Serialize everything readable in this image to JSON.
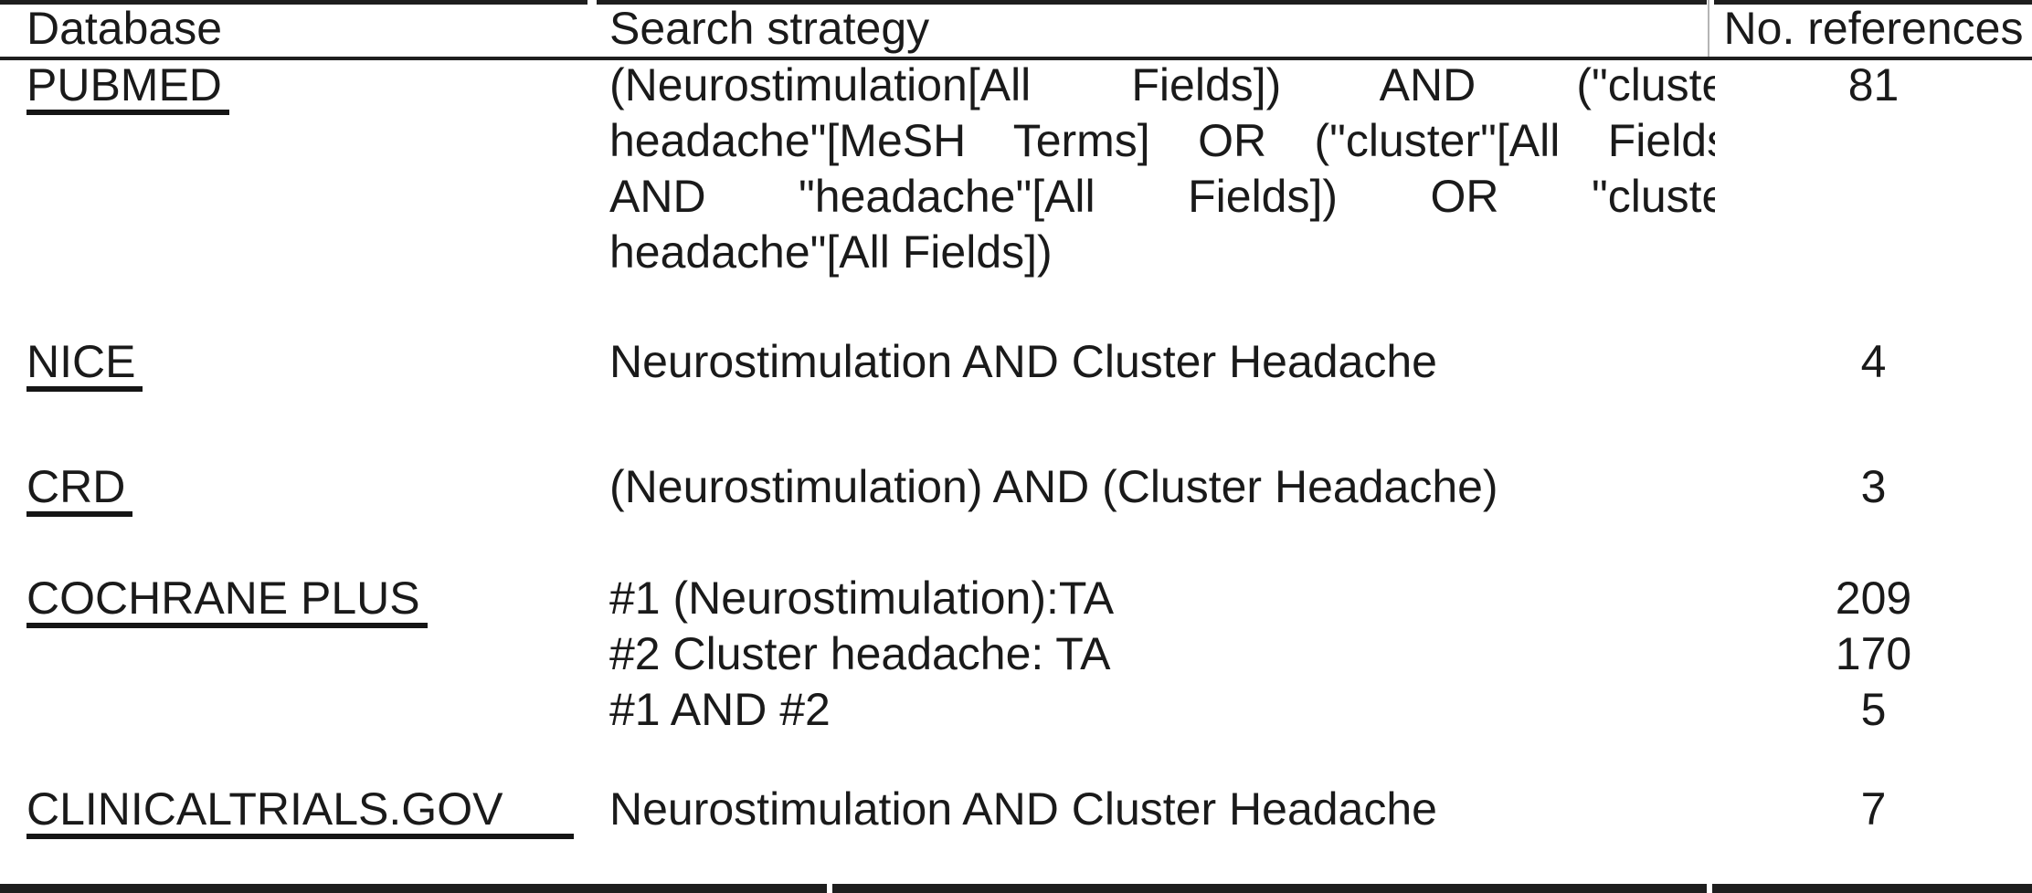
{
  "table": {
    "header": {
      "database": "Database",
      "strategy": "Search strategy",
      "references": "No. references"
    },
    "rows": [
      {
        "database": "PUBMED",
        "strategy_lines": [
          "(Neurostimulation[All Fields]) AND (\"cluster",
          "headache\"[MeSH Terms] OR (\"cluster\"[All Fields]",
          "AND \"headache\"[All Fields]) OR \"cluster",
          "headache\"[All Fields])"
        ],
        "references": "81"
      },
      {
        "database": "NICE",
        "strategy": "Neurostimulation AND Cluster Headache",
        "references": "4"
      },
      {
        "database": "CRD",
        "strategy": "(Neurostimulation) AND (Cluster Headache)",
        "references": "3"
      },
      {
        "database": "COCHRANE PLUS",
        "strategy_lines": [
          "#1 (Neurostimulation):TA",
          "#2 Cluster headache: TA",
          "#1 AND #2"
        ],
        "references": [
          "209",
          "170",
          "5"
        ]
      },
      {
        "database": "CLINICALTRIALS.GOV",
        "strategy": "Neurostimulation AND Cluster Headache",
        "references": "7"
      }
    ]
  }
}
